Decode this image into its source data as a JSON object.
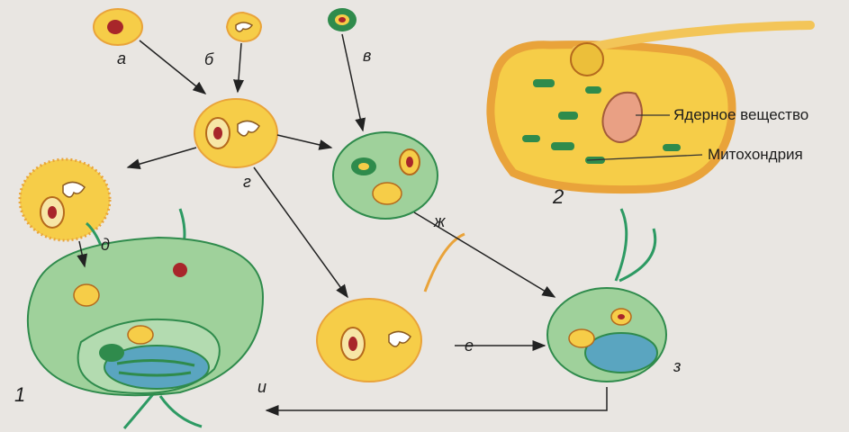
{
  "background_text_lines": [
    "",
    "",
    "",
    "",
    "",
    "",
    "",
    "",
    "",
    "",
    ""
  ],
  "labels": {
    "a": "а",
    "b": "б",
    "v": "в",
    "g": "г",
    "d": "д",
    "e": "е",
    "zh": "ж",
    "z": "з",
    "i": "и",
    "fig1": "1",
    "fig2": "2"
  },
  "callouts": {
    "nuclear_material": "Ядерное вещество",
    "mitochondrion": "Митохондрия"
  },
  "colors": {
    "cell_yellow": "#f6cd48",
    "cell_orange": "#e9a33a",
    "nucleus_red": "#a8262a",
    "green_cell": "#9fd19b",
    "green_dark": "#2f8b4c",
    "flagellum": "#2d9a63"
  }
}
